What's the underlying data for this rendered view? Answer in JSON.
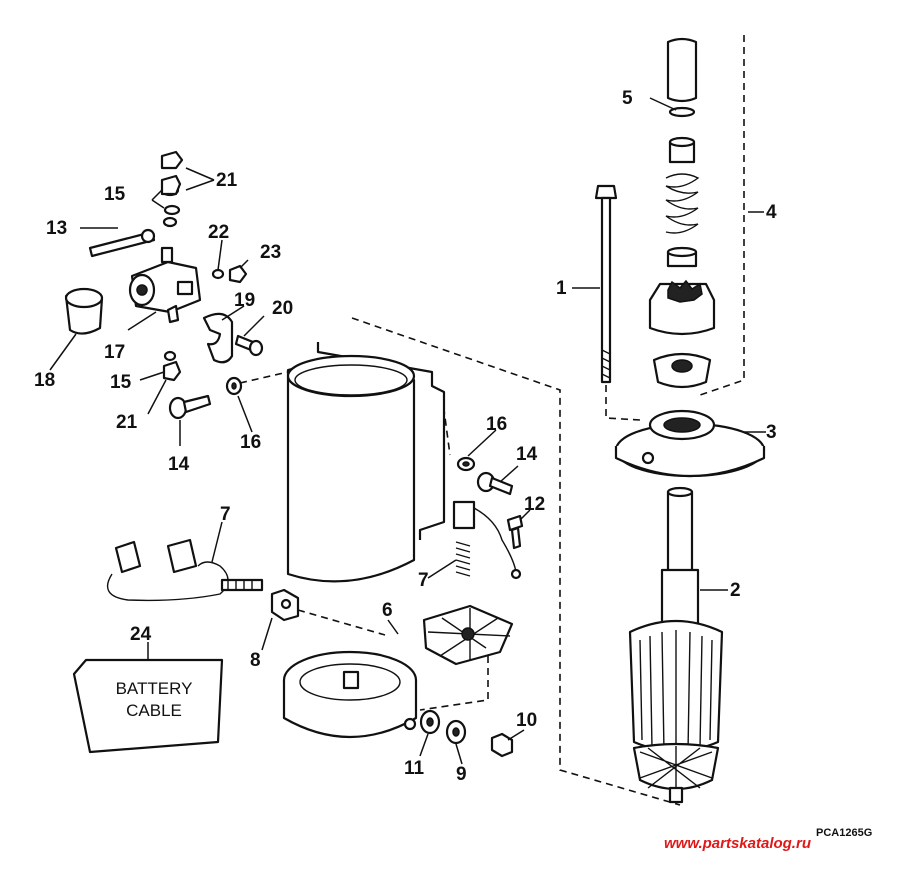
{
  "callouts": {
    "c1": "1",
    "c2": "2",
    "c3": "3",
    "c4": "4",
    "c5": "5",
    "c6": "6",
    "c7a": "7",
    "c7b": "7",
    "c8": "8",
    "c9": "9",
    "c10": "10",
    "c11": "11",
    "c12": "12",
    "c13": "13",
    "c14a": "14",
    "c14b": "14",
    "c15a": "15",
    "c15b": "15",
    "c16a": "16",
    "c16b": "16",
    "c17": "17",
    "c18": "18",
    "c19": "19",
    "c20": "20",
    "c21a": "21",
    "c21b": "21",
    "c22": "22",
    "c23": "23",
    "c24": "24"
  },
  "battery_box": {
    "line1": "BATTERY",
    "line2": "CABLE"
  },
  "drawing_code": "PCA1265G",
  "watermark": "www.partskatalog.ru",
  "colors": {
    "ink": "#111111",
    "watermark": "#e01818",
    "background": "#ffffff"
  }
}
